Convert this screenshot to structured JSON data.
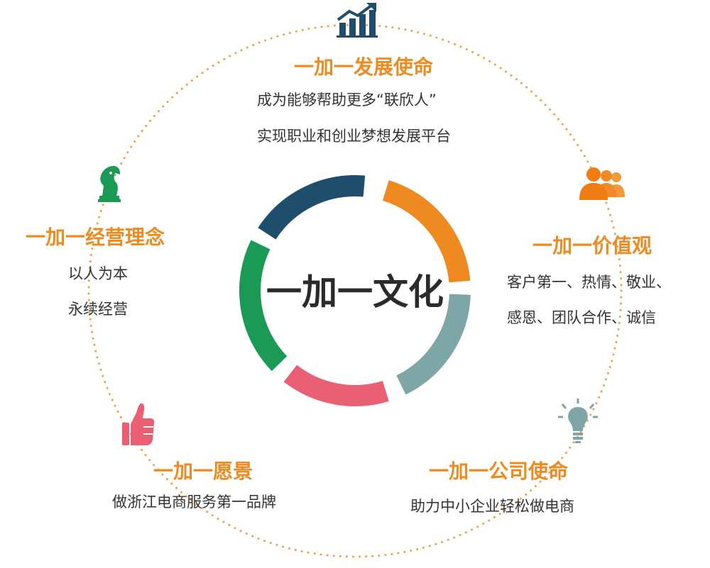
{
  "center": {
    "title": "一加一文化"
  },
  "sections": {
    "mission_dev": {
      "title": "一加一发展使命",
      "lines": [
        "成为能够帮助更多“联欣人”",
        "实现职业和创业梦想发展平台"
      ],
      "icon": "growth-chart-icon"
    },
    "values": {
      "title": "一加一价值观",
      "lines": [
        "客户第一、热情、敬业、",
        "感恩、团队合作、诚信"
      ],
      "icon": "people-group-icon"
    },
    "company_mission": {
      "title": "一加一公司使命",
      "lines": [
        "助力中小企业轻松做电商"
      ],
      "icon": "lightbulb-icon"
    },
    "vision": {
      "title": "一加一愿景",
      "lines": [
        "做浙江电商服务第一品牌"
      ],
      "icon": "thumbs-up-icon"
    },
    "philosophy": {
      "title": "一加一经营理念",
      "lines": [
        "以人为本",
        "永续经营"
      ],
      "icon": "chess-knight-icon"
    }
  },
  "colors": {
    "accent_orange": "#ee8a1f",
    "arc_navy": "#1e4e6b",
    "arc_orange": "#ee8a1f",
    "arc_teal": "#7fa6a6",
    "arc_pink": "#e95f74",
    "arc_green": "#1a9a55",
    "dotted_circle": "#f0a04a",
    "text": "#333333"
  }
}
